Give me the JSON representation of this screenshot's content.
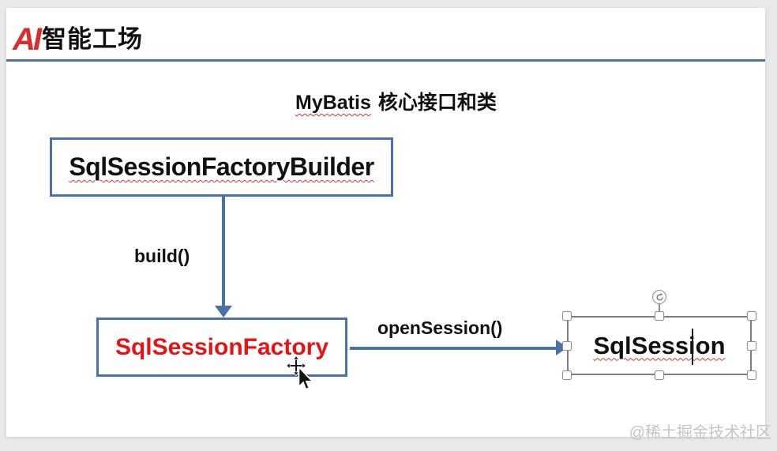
{
  "header": {
    "logo": {
      "mark": "AI",
      "name": "智能工场"
    }
  },
  "slide": {
    "title": {
      "keyword": "MyBatis",
      "rest": "核心接口和类"
    },
    "boxes": {
      "builder": {
        "label": "SqlSessionFactoryBuilder"
      },
      "factory": {
        "label": "SqlSessionFactory"
      },
      "session": {
        "label": "SqlSession"
      }
    },
    "connectors": {
      "build": {
        "label": "build()"
      },
      "open_session": {
        "label": "openSession()"
      }
    }
  },
  "watermark": "@稀土掘金技术社区",
  "colors": {
    "accent_blue": "#4a72a8",
    "divider_blue": "#50739f",
    "red_text": "#e51313",
    "logo_red": "#d5302e",
    "selection_gray": "#7d7d87",
    "watermark_gray": "#c5c5c5"
  }
}
